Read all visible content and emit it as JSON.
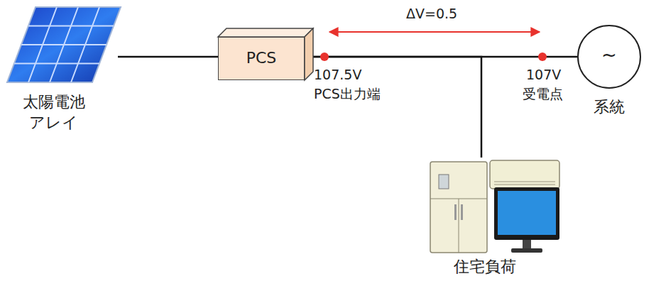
{
  "diagram": {
    "nodes": [
      {
        "text": [
          "太陽電池 アレイ"
        ]
      },
      {
        "text": [
          "PCS"
        ]
      },
      {
        "text": [
          "~",
          "系統"
        ]
      },
      {
        "text": [
          "住宅負荷"
        ]
      }
    ],
    "edges": [
      {
        "from": 0,
        "to": 1,
        "arrow": "none"
      },
      {
        "from": 1,
        "to": 2,
        "arrow": "none"
      },
      {
        "from": 1,
        "to": 3,
        "arrow": "none"
      }
    ],
    "labels": [
      "ΔV=0.5",
      "107.5V",
      "PCS出力端",
      "107V",
      "受電点"
    ]
  }
}
